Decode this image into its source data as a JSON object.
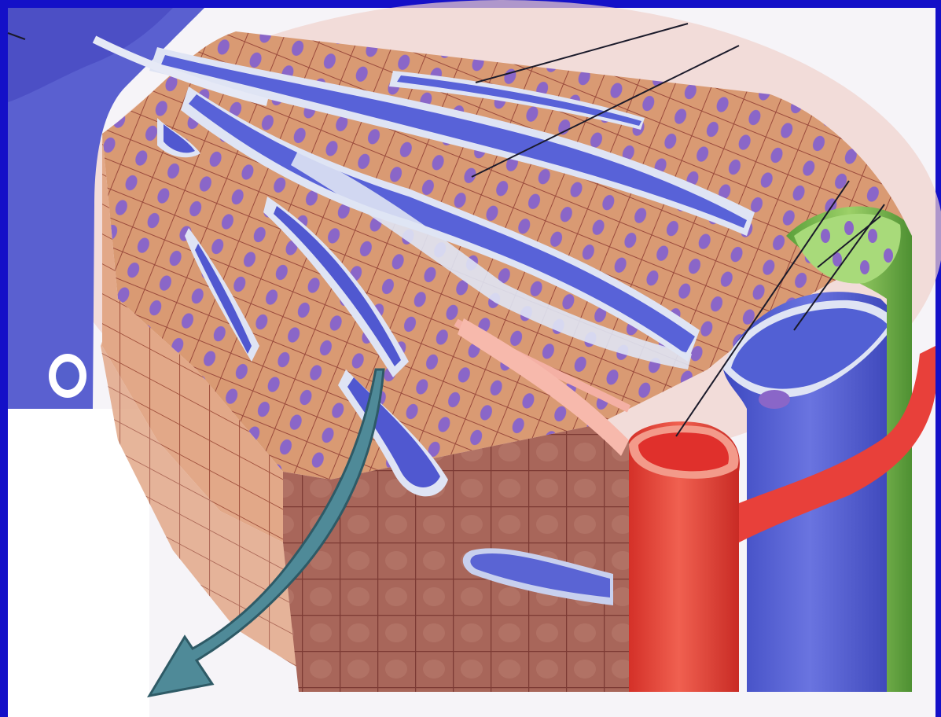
{
  "colors": {
    "frame_blue": "#1410c8",
    "hepatocyte_tan": "#d99a73",
    "hepatocyte_dark": "#b06e55",
    "cell_border": "#9a4a3c",
    "nucleus_purple": "#8a66c8",
    "sinusoid_blue": "#5862d8",
    "sinusoid_edge": "#dfe4f4",
    "vein_blue": "#4a58cc",
    "artery_red": "#e8403a",
    "artery_light": "#f39a8a",
    "bile_duct_green": "#72b84a",
    "bile_duct_light": "#a8da7a",
    "arrow_teal": "#4f8a98"
  },
  "structures": [
    "central-vein",
    "hepatocyte-plates",
    "sinusoids",
    "portal-vein-branch",
    "hepatic-artery-branch",
    "bile-duct",
    "blood-flow-arrow"
  ],
  "label_lines_count": 6,
  "labels": []
}
